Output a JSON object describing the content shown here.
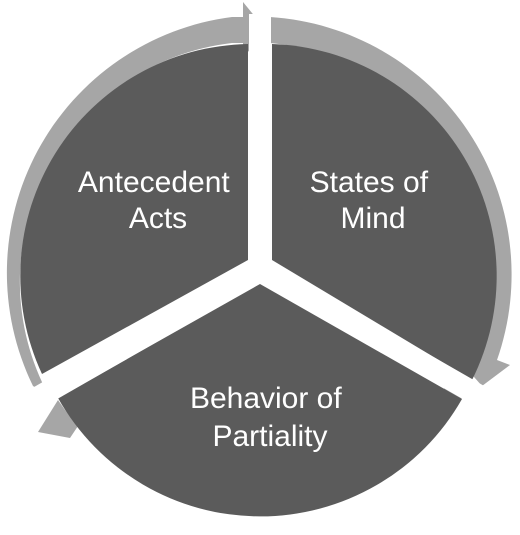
{
  "diagram": {
    "type": "cycle",
    "colors": {
      "segment_fill": "#5b5b5b",
      "ring_arrow": "#a6a6a6",
      "separator": "#ffffff",
      "label_text": "#ffffff"
    },
    "segments": [
      {
        "id": "antecedent",
        "label_lines": [
          "Antecedent",
          "Acts"
        ]
      },
      {
        "id": "states",
        "label_lines": [
          "States of",
          "Mind"
        ]
      },
      {
        "id": "behavior",
        "label_lines": [
          "Behavior of",
          "Partiality"
        ]
      }
    ]
  }
}
